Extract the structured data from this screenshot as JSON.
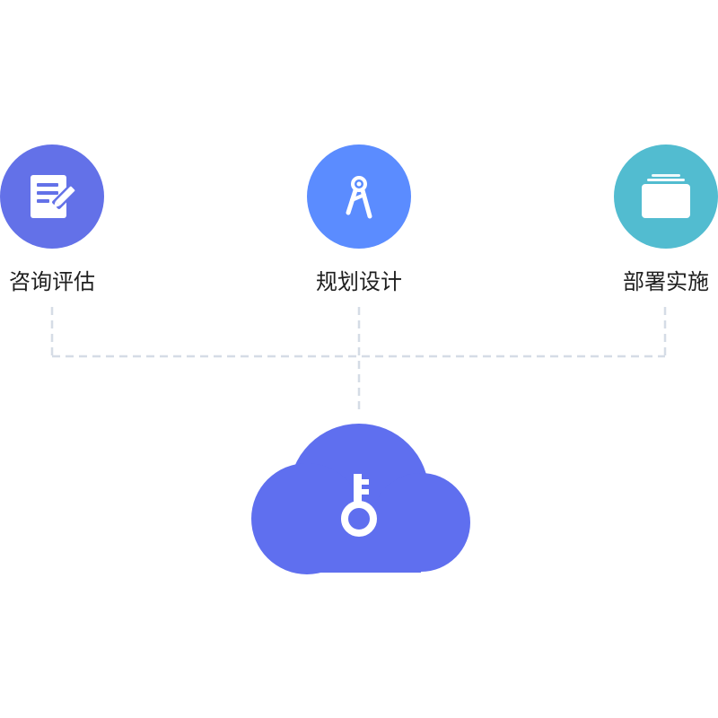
{
  "steps": [
    {
      "label": "咨询评估",
      "icon": "document-edit-icon",
      "color": "#6371E8"
    },
    {
      "label": "规划设计",
      "icon": "compass-icon",
      "color": "#5B8CFF"
    },
    {
      "label": "部署实施",
      "icon": "folder-stack-icon",
      "color": "#52BCD0"
    }
  ],
  "hub": {
    "icon": "key-icon",
    "shape": "cloud",
    "color": "#5F6FEF"
  },
  "connector_color": "#D5DCE6"
}
